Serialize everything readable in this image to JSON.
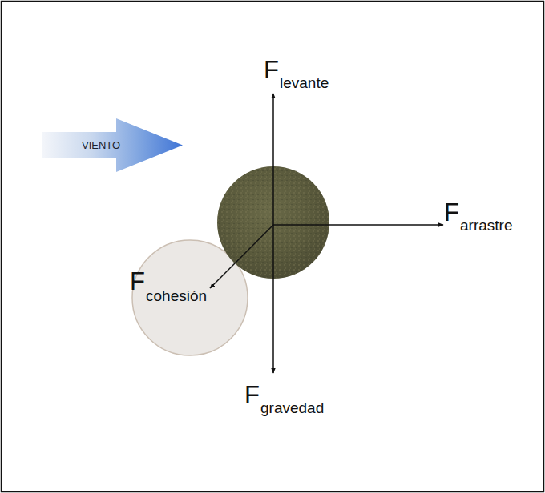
{
  "diagram": {
    "nodes": [
      {
        "text": [
          "VIENTO"
        ]
      }
    ],
    "labels": [
      "F",
      "levante",
      "F",
      "arrastre",
      "F",
      "cohesión",
      "F",
      "gravedad"
    ]
  }
}
